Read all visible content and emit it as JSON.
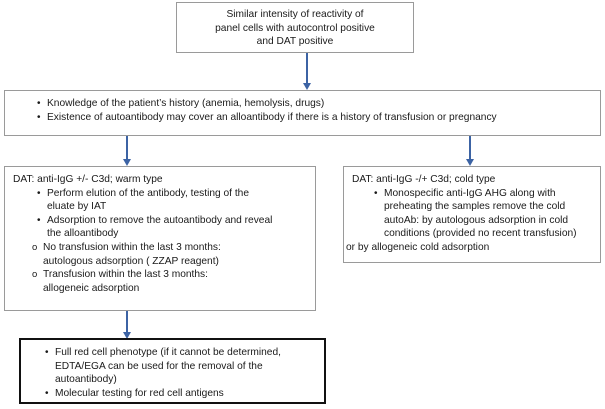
{
  "diagram": {
    "title": "DAT positive autocontrol workup flowchart",
    "accent_arrow_color": "#3c63a4",
    "box_border_color": "#9a9a9a",
    "emphasis_border_color": "#111111",
    "background_color": "#ffffff"
  },
  "nodes": {
    "root": {
      "name": "similar-intensity-reactivity",
      "lines": [
        "Similar intensity of reactivity of",
        "panel cells with autocontrol positive",
        "and DAT positive"
      ]
    },
    "history": {
      "name": "patient-history",
      "bullets": [
        "Knowledge of the patient’s history (anemia, hemolysis, drugs)",
        "Existence of autoantibody may cover an alloantibody if there is a history of transfusion or pregnancy"
      ]
    },
    "warm": {
      "name": "dat-warm-type",
      "heading": "DAT: anti-IgG +/- C3d; warm type",
      "bullets": [
        {
          "text_line_1": "Perform elution of the antibody, testing of the",
          "text_line_2": "eluate by IAT"
        },
        {
          "text_line_1": "Adsorption to remove the autoantibody and reveal",
          "text_line_2": "the alloantibody"
        }
      ],
      "subitems": [
        {
          "text_line_1": "No transfusion within the last 3 months:",
          "text_line_2": "autologous adsorption ( ZZAP reagent)"
        },
        {
          "text_line_1": "Transfusion within the last 3 months:",
          "text_line_2": "allogeneic adsorption"
        }
      ]
    },
    "cold": {
      "name": "dat-cold-type",
      "heading": "DAT: anti-IgG -/+ C3d; cold type",
      "bullet_lines": [
        "Monospecific anti-IgG AHG along with",
        "preheating the samples  remove the cold",
        "autoAb: by autologous adsorption in cold",
        "conditions (provided  no  recent transfusion)"
      ],
      "tail": "or by allogeneic cold adsorption"
    },
    "phenotype": {
      "name": "red-cell-phenotype",
      "bullet_1_lines": [
        "Full red cell phenotype (if it cannot be determined,",
        "EDTA/EGA can be used for the removal of the",
        "autoantibody)"
      ],
      "bullet_2": "Molecular testing for red cell antigens"
    }
  },
  "connectors": [
    {
      "name": "arrow-root-to-history",
      "from": "root",
      "to": "history"
    },
    {
      "name": "arrow-history-to-warm",
      "from": "history",
      "to": "warm"
    },
    {
      "name": "arrow-history-to-cold",
      "from": "history",
      "to": "cold"
    },
    {
      "name": "arrow-warm-to-phenotype",
      "from": "warm",
      "to": "phenotype"
    }
  ]
}
